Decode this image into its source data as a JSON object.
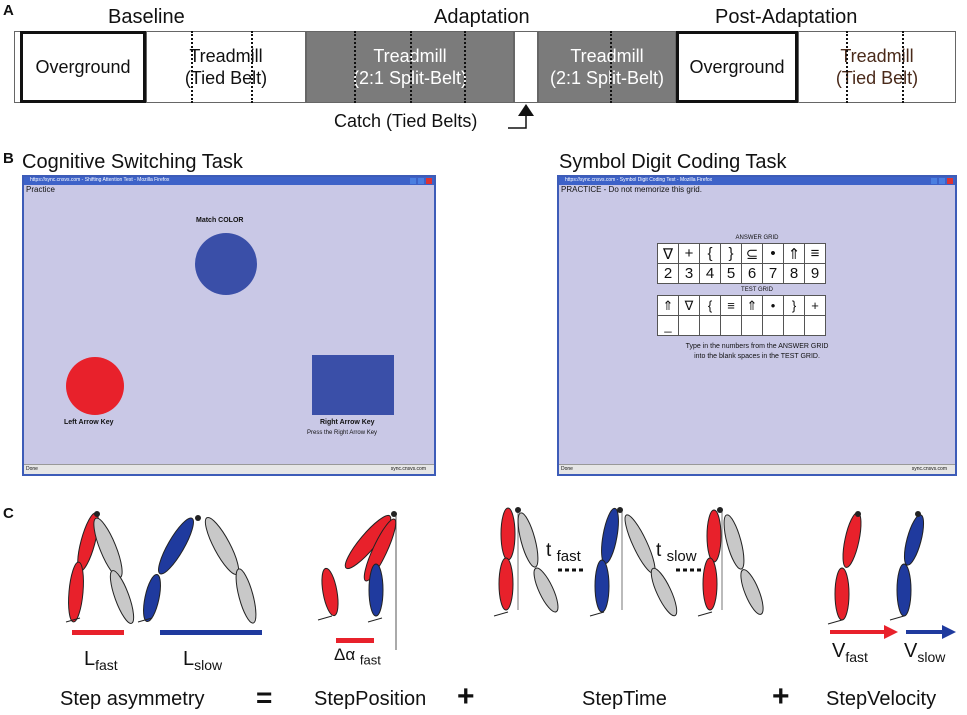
{
  "panelA": {
    "letter": "A",
    "phases": {
      "baseline": "Baseline",
      "adaptation": "Adaptation",
      "post": "Post-Adaptation"
    },
    "segments": [
      {
        "name": "overground-baseline",
        "label": "Overground"
      },
      {
        "name": "treadmill-tied-baseline",
        "label": "Treadmill\n(Tied Belt)"
      },
      {
        "name": "treadmill-split-1",
        "label": "Treadmill\n(2:1 Split-Belt)"
      },
      {
        "name": "catch-gap",
        "label": ""
      },
      {
        "name": "treadmill-split-2",
        "label": "Treadmill\n(2:1 Split-Belt)"
      },
      {
        "name": "overground-post",
        "label": "Overground"
      },
      {
        "name": "treadmill-tied-post",
        "label": "Treadmill\n(Tied Belt)"
      }
    ],
    "catch_label": "Catch (Tied Belts)"
  },
  "panelB": {
    "letter": "B",
    "left": {
      "title": "Cognitive Switching Task",
      "window_title": "https://sync.cnsvs.com - Shifting Attention Test - Mozilla Firefox",
      "corner_label": "Practice",
      "match_label": "Match COLOR",
      "left_key": "Left Arrow Key",
      "right_key": "Right Arrow Key",
      "instruction": "Press the Right Arrow Key",
      "status_left": "Done",
      "status_right": "sync.cnsvs.com",
      "colors": {
        "circle_top": "#3a4fa8",
        "circle_left": "#e8212b",
        "square": "#3a4fa8"
      }
    },
    "right": {
      "title": "Symbol Digit Coding Task",
      "window_title": "https://sync.cnsvs.com - Symbol Digit Coding Test - Mozilla Firefox",
      "corner_label": "PRACTICE - Do not memorize this grid.",
      "answer_grid_label": "ANSWER GRID",
      "answer_symbols": [
        "∇",
        "+",
        "{",
        "}",
        "⊆",
        "•",
        "⇑",
        "≡"
      ],
      "answer_digits": [
        "2",
        "3",
        "4",
        "5",
        "6",
        "7",
        "8",
        "9"
      ],
      "test_grid_label": "TEST GRID",
      "test_symbols": [
        "⇑",
        "∇",
        "{",
        "≡",
        "⇑",
        "•",
        "}",
        "+"
      ],
      "test_first_answer": "_",
      "instruction_1": "Type in the numbers from the ANSWER GRID",
      "instruction_2": "into the blank spaces in the TEST GRID.",
      "status_left": "Done",
      "status_right": "sync.cnsvs.com"
    }
  },
  "panelC": {
    "letter": "C",
    "labels": {
      "l_fast": "L",
      "l_fast_sub": "fast",
      "l_slow": "L",
      "l_slow_sub": "slow",
      "delta_alpha": "Δα",
      "delta_alpha_sub": "fast",
      "t_fast": "t",
      "t_fast_sub": "fast",
      "t_slow": "t",
      "t_slow_sub": "slow",
      "v_fast": "V",
      "v_fast_sub": "fast",
      "v_slow": "V",
      "v_slow_sub": "slow"
    },
    "equation": {
      "lhs": "Step asymmetry",
      "equals": "=",
      "term1": "StepPosition",
      "plus1": "+",
      "term2": "StepTime",
      "plus2": "+",
      "term3": "StepVelocity"
    },
    "colors": {
      "fast": "#e8212b",
      "slow": "#1f3a9e",
      "neutral": "#c8c8c8"
    }
  }
}
